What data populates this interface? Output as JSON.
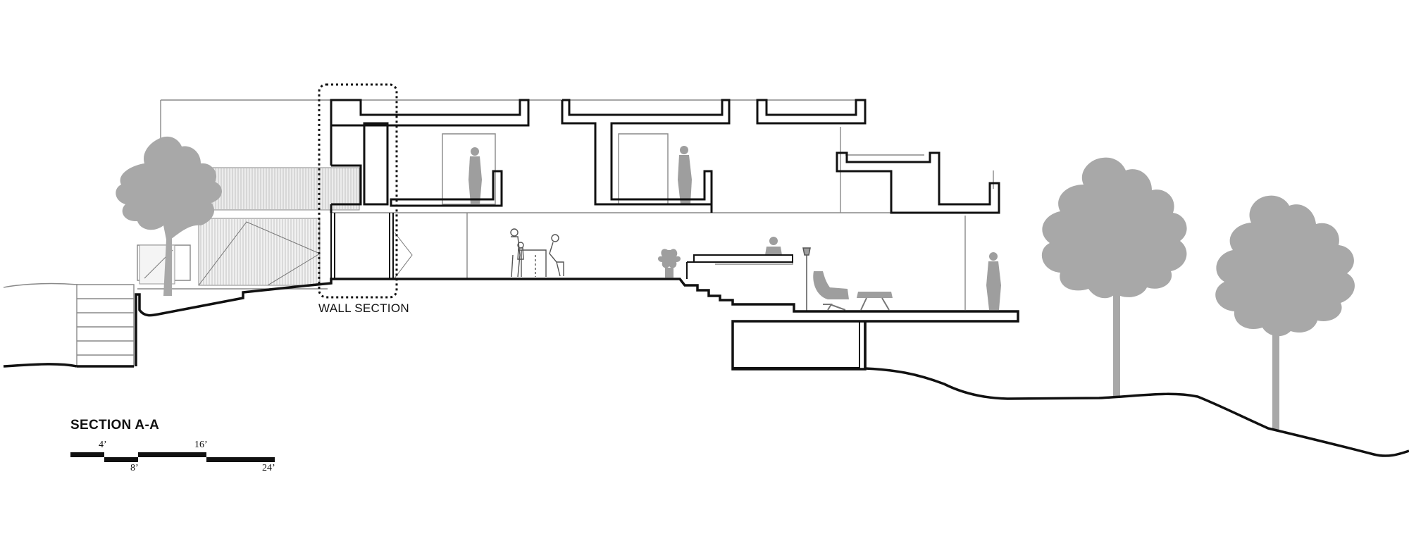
{
  "drawing": {
    "title": "SECTION A-A",
    "callout_label": "WALL SECTION",
    "scale_bar": {
      "ticks": [
        "4’",
        "8’",
        "16’",
        "24’"
      ]
    },
    "colors": {
      "line": "#111111",
      "thin_line": "#888888",
      "silhouette": "#a6a6a6",
      "background": "#ffffff"
    },
    "icons": [
      "tree-icon",
      "person-icon",
      "lounge-chair-icon",
      "ottoman-icon",
      "potted-plant-icon",
      "floor-lamp-icon"
    ]
  }
}
